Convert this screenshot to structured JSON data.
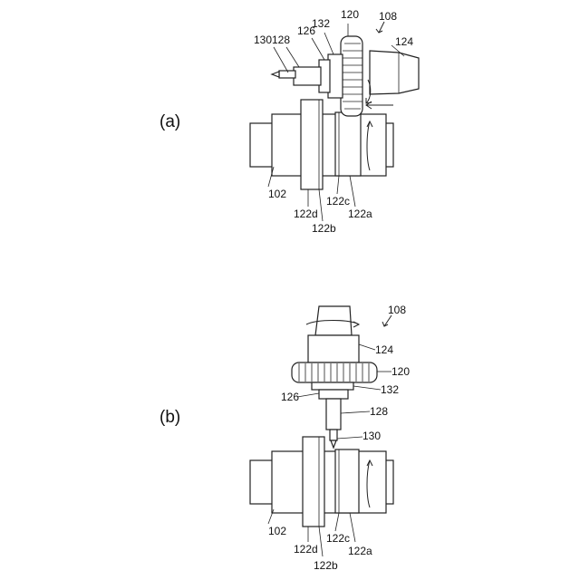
{
  "panels": {
    "a": {
      "label": "(a)"
    },
    "b": {
      "label": "(b)"
    }
  },
  "labels": {
    "l102": "102",
    "l108": "108",
    "l120": "120",
    "l122a": "122a",
    "l122b": "122b",
    "l122c": "122c",
    "l122d": "122d",
    "l124": "124",
    "l126": "126",
    "l128": "128",
    "l130": "130",
    "l132": "132"
  }
}
